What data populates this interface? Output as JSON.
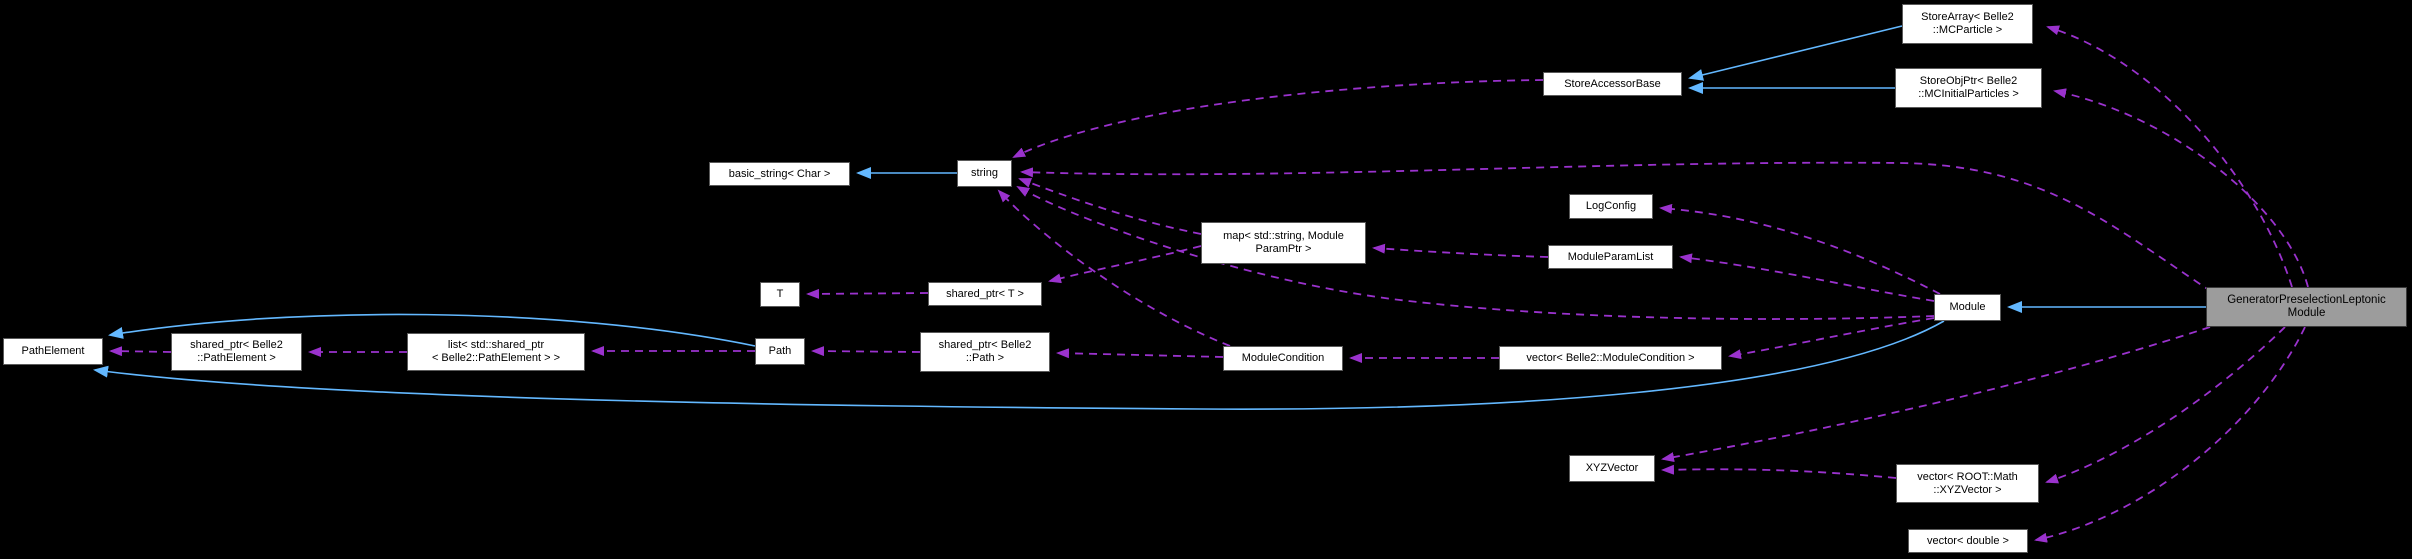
{
  "diagram": {
    "type": "doxygen-collaboration-graph",
    "focus_class": "GeneratorPreselectionLeptonicModule",
    "colors": {
      "background": "#000000",
      "node_fill": "#ffffff",
      "node_border": "#5a5a5a",
      "current_node_fill": "#9c9c9c",
      "usage_edge": "#9a32cd",
      "inheritance_edge": "#63b8ff",
      "text": "#000000"
    }
  },
  "nodes": {
    "storearray": {
      "label": "StoreArray< Belle2\n::MCParticle >"
    },
    "storeobjptr": {
      "label": "StoreObjPtr< Belle2\n::MCInitialParticles >"
    },
    "storeaccessorbase": {
      "label": "StoreAccessorBase"
    },
    "basicstring": {
      "label": "basic_string< Char >"
    },
    "string": {
      "label": "string"
    },
    "map": {
      "label": "map< std::string, Module\nParamPtr >"
    },
    "logconfig": {
      "label": "LogConfig"
    },
    "moduleparamlist": {
      "label": "ModuleParamList"
    },
    "module": {
      "label": "Module"
    },
    "generator": {
      "label": "GeneratorPreselectionLeptonic\nModule"
    },
    "t": {
      "label": "T"
    },
    "sharedptrt": {
      "label": "shared_ptr< T >"
    },
    "pathelement": {
      "label": "PathElement"
    },
    "sharedptrpathelement": {
      "label": "shared_ptr< Belle2\n::PathElement >"
    },
    "listsharedptr": {
      "label": "list< std::shared_ptr\n< Belle2::PathElement > >"
    },
    "path": {
      "label": "Path"
    },
    "sharedptrpath": {
      "label": "shared_ptr< Belle2\n::Path >"
    },
    "modulecondition": {
      "label": "ModuleCondition"
    },
    "vectormodulecondition": {
      "label": "vector< Belle2::ModuleCondition >"
    },
    "xyzvector": {
      "label": "XYZVector"
    },
    "vectorxyzvector": {
      "label": "vector< ROOT::Math\n::XYZVector >"
    },
    "vectordouble": {
      "label": "vector< double >"
    }
  },
  "edges": [
    {
      "from": "storearray",
      "to": "storeaccessorbase",
      "relation": "inherits"
    },
    {
      "from": "storeobjptr",
      "to": "storeaccessorbase",
      "relation": "inherits"
    },
    {
      "from": "string",
      "to": "basicstring",
      "relation": "inherits"
    },
    {
      "from": "generator",
      "to": "module",
      "relation": "inherits"
    },
    {
      "from": "path",
      "to": "pathelement",
      "relation": "inherits"
    },
    {
      "from": "module",
      "to": "pathelement",
      "relation": "inherits"
    },
    {
      "from": "generator",
      "to": "storearray",
      "relation": "uses"
    },
    {
      "from": "generator",
      "to": "storeobjptr",
      "relation": "uses"
    },
    {
      "from": "generator",
      "to": "string",
      "relation": "uses"
    },
    {
      "from": "generator",
      "to": "xyzvector",
      "relation": "uses"
    },
    {
      "from": "generator",
      "to": "vectorxyzvector",
      "relation": "uses"
    },
    {
      "from": "generator",
      "to": "vectordouble",
      "relation": "uses"
    },
    {
      "from": "vectorxyzvector",
      "to": "xyzvector",
      "relation": "uses"
    },
    {
      "from": "storeaccessorbase",
      "to": "string",
      "relation": "uses"
    },
    {
      "from": "map",
      "to": "string",
      "relation": "uses"
    },
    {
      "from": "module",
      "to": "string",
      "relation": "uses"
    },
    {
      "from": "modulecondition",
      "to": "string",
      "relation": "uses"
    },
    {
      "from": "module",
      "to": "logconfig",
      "relation": "uses"
    },
    {
      "from": "module",
      "to": "moduleparamlist",
      "relation": "uses"
    },
    {
      "from": "moduleparamlist",
      "to": "map",
      "relation": "uses"
    },
    {
      "from": "map",
      "to": "sharedptrt",
      "relation": "uses"
    },
    {
      "from": "sharedptrt",
      "to": "t",
      "relation": "uses"
    },
    {
      "from": "module",
      "to": "vectormodulecondition",
      "relation": "uses"
    },
    {
      "from": "vectormodulecondition",
      "to": "modulecondition",
      "relation": "uses"
    },
    {
      "from": "modulecondition",
      "to": "sharedptrpath",
      "relation": "uses"
    },
    {
      "from": "sharedptrpath",
      "to": "path",
      "relation": "uses"
    },
    {
      "from": "path",
      "to": "listsharedptr",
      "relation": "uses"
    },
    {
      "from": "listsharedptr",
      "to": "sharedptrpathelement",
      "relation": "uses"
    },
    {
      "from": "sharedptrpathelement",
      "to": "pathelement",
      "relation": "uses"
    }
  ]
}
